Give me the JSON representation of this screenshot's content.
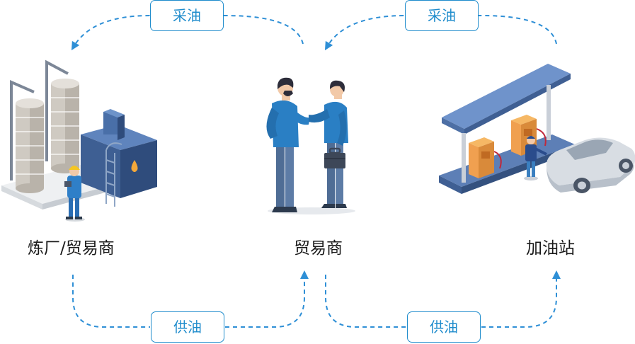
{
  "nodes": [
    {
      "id": "refinery",
      "label": "炼厂/贸易商"
    },
    {
      "id": "trader",
      "label": "贸易商"
    },
    {
      "id": "gas-station",
      "label": "加油站"
    }
  ],
  "flows": {
    "purchase_label": "采油",
    "supply_label": "供油"
  },
  "colors": {
    "arrow": "#2e8fd6",
    "pill_border": "#1f8ccc",
    "pill_text": "#1f8ccc",
    "illustration_blue": "#2a7fc4",
    "illustration_dark": "#3c4f78",
    "pump_orange": "#f0a050",
    "car_gray": "#d8dde3"
  }
}
